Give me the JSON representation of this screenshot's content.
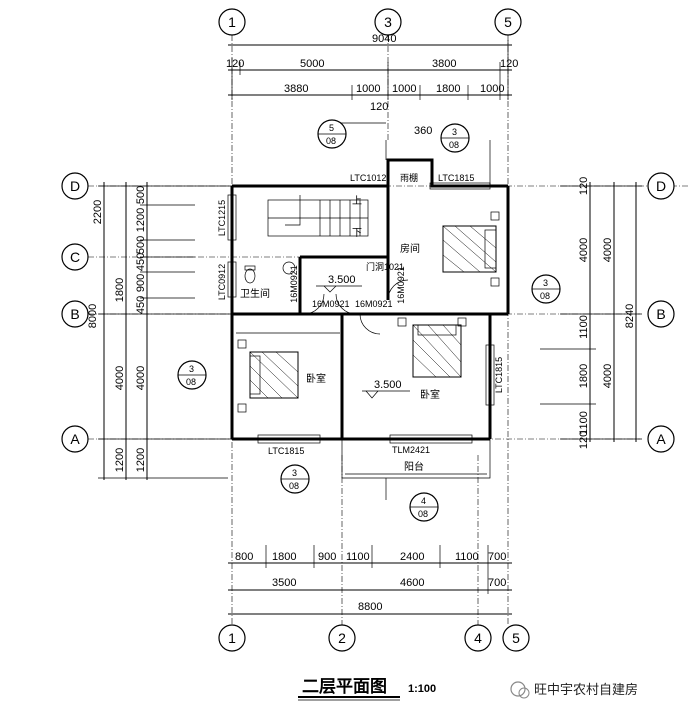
{
  "title": "二层平面图",
  "scale": "1:100",
  "brand": "旺中宇农村自建房",
  "axes": {
    "top": [
      "1",
      "3",
      "5"
    ],
    "bottom": [
      "1",
      "2",
      "4",
      "5"
    ],
    "left": [
      "D",
      "C",
      "B",
      "A"
    ],
    "right": [
      "D",
      "B",
      "A"
    ]
  },
  "dims_top": {
    "total": "9040",
    "row2": [
      "120",
      "5000",
      "3800",
      "120"
    ],
    "row3": [
      "3880",
      "1000",
      "1000",
      "1800",
      "1000"
    ],
    "extra": [
      "120",
      "360"
    ]
  },
  "dims_bottom": {
    "row1": [
      "800",
      "1800",
      "900",
      "1100",
      "2400",
      "1100",
      "700"
    ],
    "row2": [
      "3500",
      "4600",
      "700"
    ],
    "total": "8800"
  },
  "dims_left": {
    "outer": [
      "2200",
      "1800",
      "4000",
      "1200"
    ],
    "inner": [
      "500",
      "1200",
      "500",
      "450",
      "900",
      "450",
      "4000",
      "1200"
    ],
    "total": "8000"
  },
  "dims_right": {
    "inner": [
      "120",
      "4000",
      "1100",
      "1800",
      "1100",
      "120"
    ],
    "outer": [
      "4000",
      "4000"
    ],
    "total": "8240"
  },
  "windows": [
    "LTC1012",
    "LTC1815",
    "LTC1215",
    "LTC0912",
    "LTC1815",
    "LTC1815",
    "TLM2421"
  ],
  "doors": [
    "门洞1021",
    "16M0921",
    "16M0921",
    "16M0921",
    "16M0921"
  ],
  "rooms": [
    "房间",
    "卫生间",
    "卧室",
    "卧室",
    "阳台",
    "雨棚"
  ],
  "stairs": [
    "上",
    "下"
  ],
  "levels": [
    "3.500",
    "3.500"
  ],
  "details": [
    {
      "num": "5",
      "sheet": "08"
    },
    {
      "num": "3",
      "sheet": "08"
    },
    {
      "num": "3",
      "sheet": "08"
    },
    {
      "num": "3",
      "sheet": "08"
    },
    {
      "num": "3",
      "sheet": "08"
    },
    {
      "num": "4",
      "sheet": "08"
    }
  ]
}
